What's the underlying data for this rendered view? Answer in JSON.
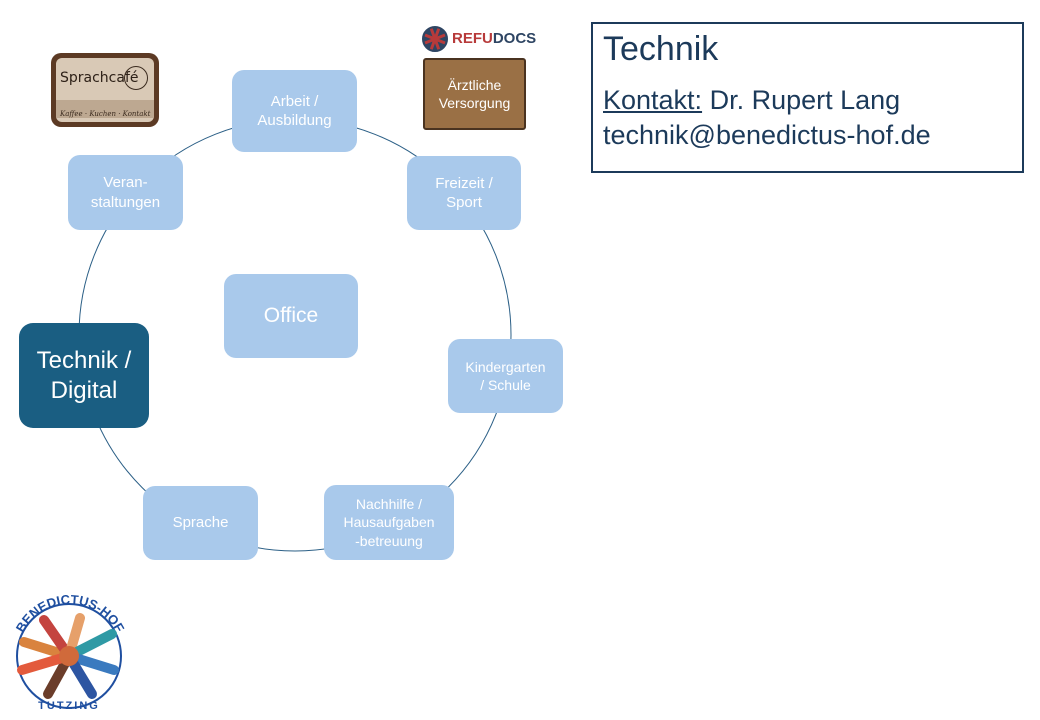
{
  "diagram": {
    "center": "Office",
    "nodes": [
      {
        "id": "arbeit",
        "label": "Arbeit /\nAusbildung"
      },
      {
        "id": "freizeit",
        "label": "Freizeit /\nSport"
      },
      {
        "id": "kindergarten",
        "label": "Kindergarten\n/ Schule"
      },
      {
        "id": "nachhilfe",
        "label": "Nachhilfe  /\nHausaufgaben\n-betreuung"
      },
      {
        "id": "sprache",
        "label": "Sprache"
      },
      {
        "id": "technik",
        "label": "Technik /\nDigital",
        "active": true
      },
      {
        "id": "veranstaltungen",
        "label": "Veran-\nstaltungen"
      }
    ],
    "colors": {
      "node": "#a9c9eb",
      "active": "#1a5e82",
      "ring": "#2b5f86",
      "text": "#ffffff"
    }
  },
  "info": {
    "title": "Technik",
    "contact_label": "Kontakt:",
    "contact_name": "Dr. Rupert Lang",
    "email": "technik@benedictus-hof.de",
    "border_color": "#1c3a5a"
  },
  "logos": {
    "sprachcafe": {
      "name": "Sprachcafé",
      "tagline": "Kaffee · Kuchen · Kontakt"
    },
    "refudocs": {
      "brand_part1": "REFU",
      "brand_part2": "DOCS",
      "box_label": "Ärztliche\nVersorgung"
    },
    "benedictus": {
      "top_text": "BENEDICTUS-HOF",
      "bottom_text": "TUTZING"
    }
  }
}
